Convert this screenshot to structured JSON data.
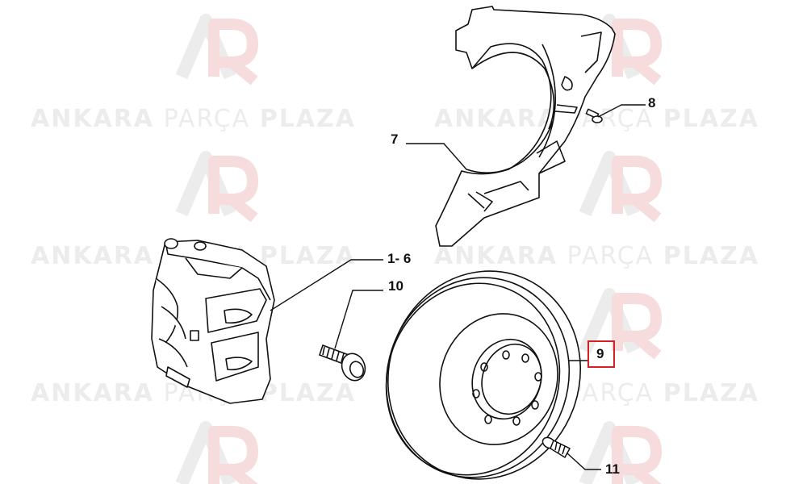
{
  "watermark": {
    "brand_word_1": "ANKARA",
    "brand_word_2": "PARÇA",
    "brand_word_3": "PLAZA"
  },
  "callouts": {
    "part_1_6": "1- 6",
    "part_7": "7",
    "part_8": "8",
    "part_9": "9",
    "part_10": "10",
    "part_11": "11"
  },
  "colors": {
    "line": "#111111",
    "highlight": "#d32020",
    "watermark": "#ececec"
  },
  "icons": {
    "watermark_logo": "ap-logo-icon"
  }
}
